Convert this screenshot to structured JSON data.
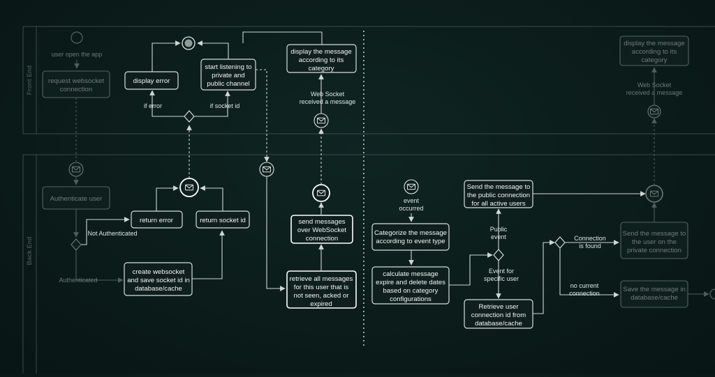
{
  "lanes": {
    "front": "Front End",
    "back": "Back End"
  },
  "nodes": {
    "user_open": "user open the app",
    "request_ws": [
      "request websocket",
      "connection"
    ],
    "authenticate": "Authenticate user",
    "not_authenticated": "Not Authenticated",
    "authenticated": "Authenticated",
    "create_ws": [
      "create websocket",
      "and save socket id in",
      "database/cache"
    ],
    "return_error": "return error",
    "return_socket": "return socket id",
    "display_error": "display error",
    "start_listening": [
      "start listening to",
      "private and",
      "public channel"
    ],
    "if_error": "if error",
    "if_socket": "if socket id",
    "display_msg": [
      "display the message",
      "according to its",
      "category"
    ],
    "ws_received": [
      "Web Socket",
      "received a message"
    ],
    "send_over_ws": [
      "send messages",
      "over WebSocket",
      "connection"
    ],
    "retrieve_all": [
      "retrieve all messages",
      "for this user that is",
      "not seen, acked or",
      "expired"
    ],
    "event_occurred": [
      "event",
      "occurred"
    ],
    "categorize": [
      "Categorize the message",
      "according to event type"
    ],
    "calculate": [
      "calculate message",
      "expire and delete dates",
      "based on category",
      "configurations"
    ],
    "send_public": [
      "Send the message to",
      "the public connection",
      "for all active users"
    ],
    "public_event": [
      "Public",
      "event"
    ],
    "event_specific": [
      "Event for",
      "specific user"
    ],
    "retrieve_conn": [
      "Retrieve user",
      "connection id from",
      "database/cache"
    ],
    "conn_found": [
      "Connection",
      "is found"
    ],
    "no_conn": [
      "no current",
      "connection"
    ],
    "send_private": [
      "Send the message to",
      "the user on the",
      "private connection"
    ],
    "save_msg": [
      "Save the message in",
      "database/cache"
    ],
    "display_msg_right": [
      "display the message",
      "according to its",
      "category"
    ],
    "ws_received_right": [
      "Web Socket",
      "received a message"
    ]
  },
  "icons": {
    "envelope": "envelope-icon",
    "start": "start-circle-icon",
    "end": "end-circle-icon",
    "decision": "decision-diamond-icon"
  },
  "colors": {
    "background": "#0b1c1a",
    "active": "#ffffff",
    "faded": "#55655f"
  }
}
